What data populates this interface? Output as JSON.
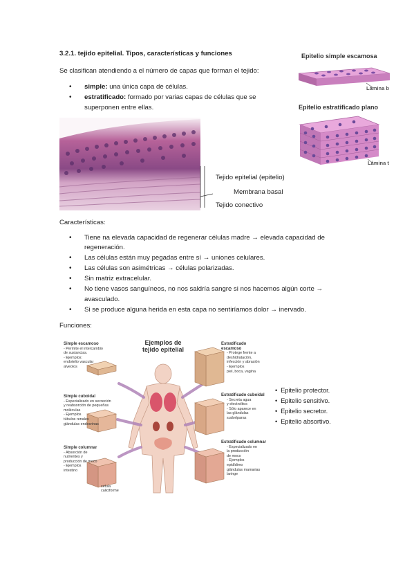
{
  "section": {
    "title": "3.2.1. tejido epitelial. Tipos, características y funciones",
    "intro": "Se clasifican atendiendo a el número de capas que forman el tejido:"
  },
  "types": [
    {
      "bold": "simple:",
      "rest": " una única capa de células."
    },
    {
      "bold": "estratificado:",
      "rest": " formado por varias capas de células que se",
      "rest2": "superponen entre ellas."
    }
  ],
  "micrograph": {
    "labels": {
      "epitelio": "Tejido epitelial (epitelio)",
      "membrana": "Membrana basal",
      "conectivo": "Tejido conectivo"
    }
  },
  "diagrams_right": {
    "simple_title": "Epitelio simple escamosa",
    "simple_label": "Lámina b",
    "strat_title": "Epitelio estratificado plano",
    "strat_label": "Lámina t"
  },
  "caracteristicas": {
    "heading": "Características:",
    "items": [
      {
        "l1": "Tiene na elevada capacidad de regenerar células madre → elevada capacidad de",
        "l2": "regeneración."
      },
      {
        "l1": "Las células están muy pegadas entre sí → uniones celulares."
      },
      {
        "l1": "Las células son asimétricas → células polarizadas."
      },
      {
        "l1": "Sin matriz extracelular."
      },
      {
        "l1": "No tiene vasos sanguíneos, no nos saldría sangre si nos hacemos algún corte →",
        "l2": "avasculado."
      },
      {
        "l1": "Si se produce alguna herida en esta capa no sentiríamos dolor → inervado."
      }
    ]
  },
  "funciones": {
    "heading": "Funciones:",
    "items": [
      "Epitelio protector.",
      "Epitelio sensitivo.",
      "Epitelio secretor.",
      "Epitelio absortivo."
    ]
  },
  "figure": {
    "title1": "Ejemplos de",
    "title2": "tejido epitelial",
    "left": [
      {
        "name": "Simple escamoso",
        "lines": [
          "- Permite el intercambio",
          "de sustancias.",
          "- Ejemplos:",
          "endotelio vascular",
          "alveolos"
        ]
      },
      {
        "name": "Simple cuboidal",
        "lines": [
          "- Especializado en secreción",
          "y reabsorción de pequeñas",
          "moléculas",
          "- Ejemplos",
          "túbulos renales",
          "glándulas endocrinas"
        ]
      },
      {
        "name": "Simple columnar",
        "lines": [
          "- Absorción de",
          "nutrientes y",
          "producción de moco",
          "- Ejemplos",
          "intestino"
        ]
      }
    ],
    "right": [
      {
        "name": "Estratificado escamoso",
        "lines": [
          "- Protege frente a",
          "deshidratación,",
          "infección y abrasión",
          "- Ejemplos",
          "piel, boca, vagina"
        ]
      },
      {
        "name": "Estratificado cuboidal",
        "lines": [
          "- Secreta agua",
          "y electrolitos",
          "- Sólo aparece en",
          "las glándulas",
          "sudoríparas"
        ]
      },
      {
        "name": "Estratificado columnar",
        "lines": [
          "- Especializado en",
          "la producción",
          "de moco",
          "- Ejemplos",
          "epidídimo",
          "glándulas mamarias",
          "laringe"
        ]
      }
    ],
    "caliciforme": [
      "célula",
      "caliciforme"
    ]
  },
  "colors": {
    "epithelium_pink": "#d98fc6",
    "nuclei": "#5a3a8a",
    "tissue_stain": "#b75b97",
    "arrow": "#b084b8"
  }
}
